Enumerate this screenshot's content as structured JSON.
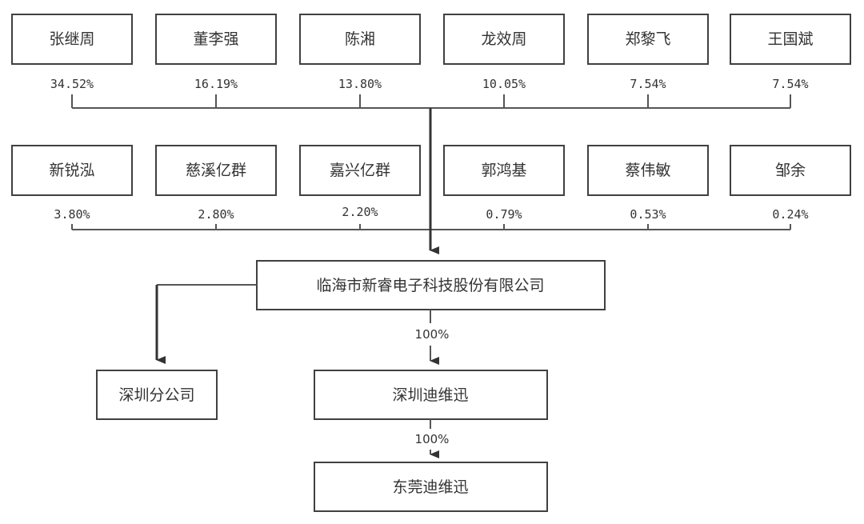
{
  "shareholders_row1": [
    {
      "name": "张继周",
      "pct": "34.52%"
    },
    {
      "name": "董李强",
      "pct": "16.19%"
    },
    {
      "name": "陈湘",
      "pct": "13.80%"
    },
    {
      "name": "龙效周",
      "pct": "10.05%"
    },
    {
      "name": "郑黎飞",
      "pct": "7.54%"
    },
    {
      "name": "王国斌",
      "pct": "7.54%"
    }
  ],
  "shareholders_row2": [
    {
      "name": "新锐泓",
      "pct": "3.80%"
    },
    {
      "name": "慈溪亿群",
      "pct": "2.80%"
    },
    {
      "name": "嘉兴亿群",
      "pct": "2.20%"
    },
    {
      "name": "郭鸿基",
      "pct": "0.79%"
    },
    {
      "name": "蔡伟敏",
      "pct": "0.53%"
    },
    {
      "name": "邹余",
      "pct": "0.24%"
    }
  ],
  "company": {
    "name": "临海市新睿电子科技股份有限公司"
  },
  "branch": {
    "name": "深圳分公司"
  },
  "subsidiary": {
    "name": "深圳迪维迅",
    "pct": "100%"
  },
  "sub_subsidiary": {
    "name": "东莞迪维迅",
    "pct": "100%"
  }
}
